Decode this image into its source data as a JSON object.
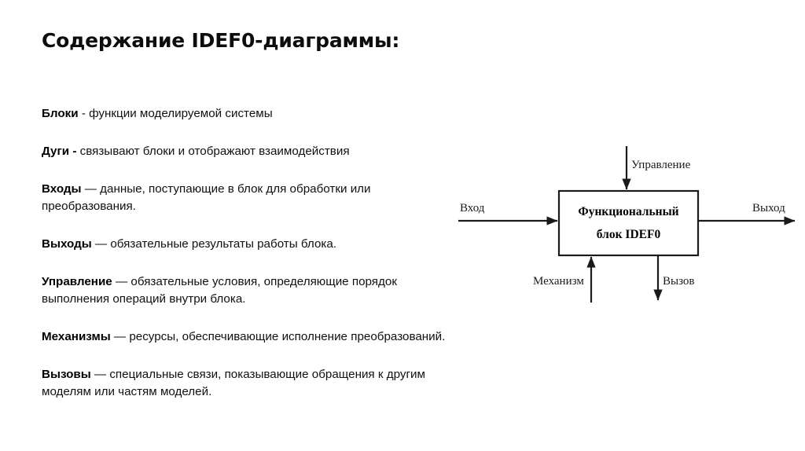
{
  "page": {
    "title": "Содержание IDEF0-диаграммы:",
    "background_color": "#ffffff",
    "text_color": "#111111"
  },
  "definitions": [
    {
      "term": "Блоки",
      "text": " - функции моделируемой системы"
    },
    {
      "term": "Дуги -",
      "text": " связывают блоки и отображают взаимодействия"
    },
    {
      "term": "Входы",
      "text": " — данные, поступающие в блок для обработки или преобразования."
    },
    {
      "term": "Выходы",
      "text": " — обязательные результаты работы блока."
    },
    {
      "term": "Управление",
      "text": " — обязательные условия, определяющие порядок выполнения операций внутри блока."
    },
    {
      "term": "Механизмы",
      "text": " — ресурсы, обеспечивающие исполнение преобразований."
    },
    {
      "term": "Вызовы",
      "text": " — специальные связи, показывающие обращения к другим моделям или частям моделей."
    }
  ],
  "diagram": {
    "type": "idef0-function-block",
    "block_label_line1": "Функциональный",
    "block_label_line2": "блок IDEF0",
    "arrows": {
      "input": "Вход",
      "output": "Выход",
      "control": "Управление",
      "mechanism": "Механизм",
      "call": "Вызов"
    },
    "stroke_color": "#1a1a1a",
    "box_fill": "#ffffff"
  }
}
